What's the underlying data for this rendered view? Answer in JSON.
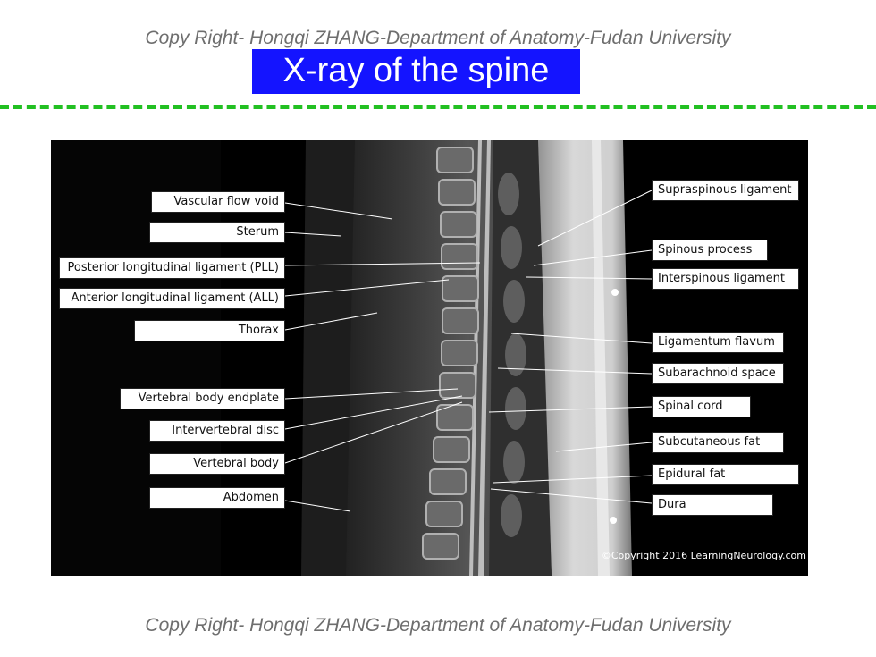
{
  "header": {
    "copyright_top": "Copy Right- Hongqi ZHANG-Department of Anatomy-Fudan University",
    "title": "X-ray of the spine"
  },
  "footer": {
    "copyright_bottom": "Copy Right- Hongqi ZHANG-Department of Anatomy-Fudan University"
  },
  "colors": {
    "title_bg": "#1414ff",
    "divider": "#22c022"
  },
  "figure": {
    "credit": "©Copyright 2016 LearningNeurology.com",
    "left_labels": [
      "Vascular flow void",
      "Sterum",
      "Posterior longitudinal ligament (PLL)",
      "Anterior longitudinal ligament (ALL)",
      "Thorax",
      "Vertebral body endplate",
      "Intervertebral disc",
      "Vertebral body",
      "Abdomen"
    ],
    "right_labels": [
      "Supraspinous ligament",
      "Spinous process",
      "Interspinous ligament",
      "Ligamentum flavum",
      "Subarachnoid space",
      "Spinal cord",
      "Subcutaneous fat",
      "Epidural fat",
      "Dura"
    ]
  }
}
